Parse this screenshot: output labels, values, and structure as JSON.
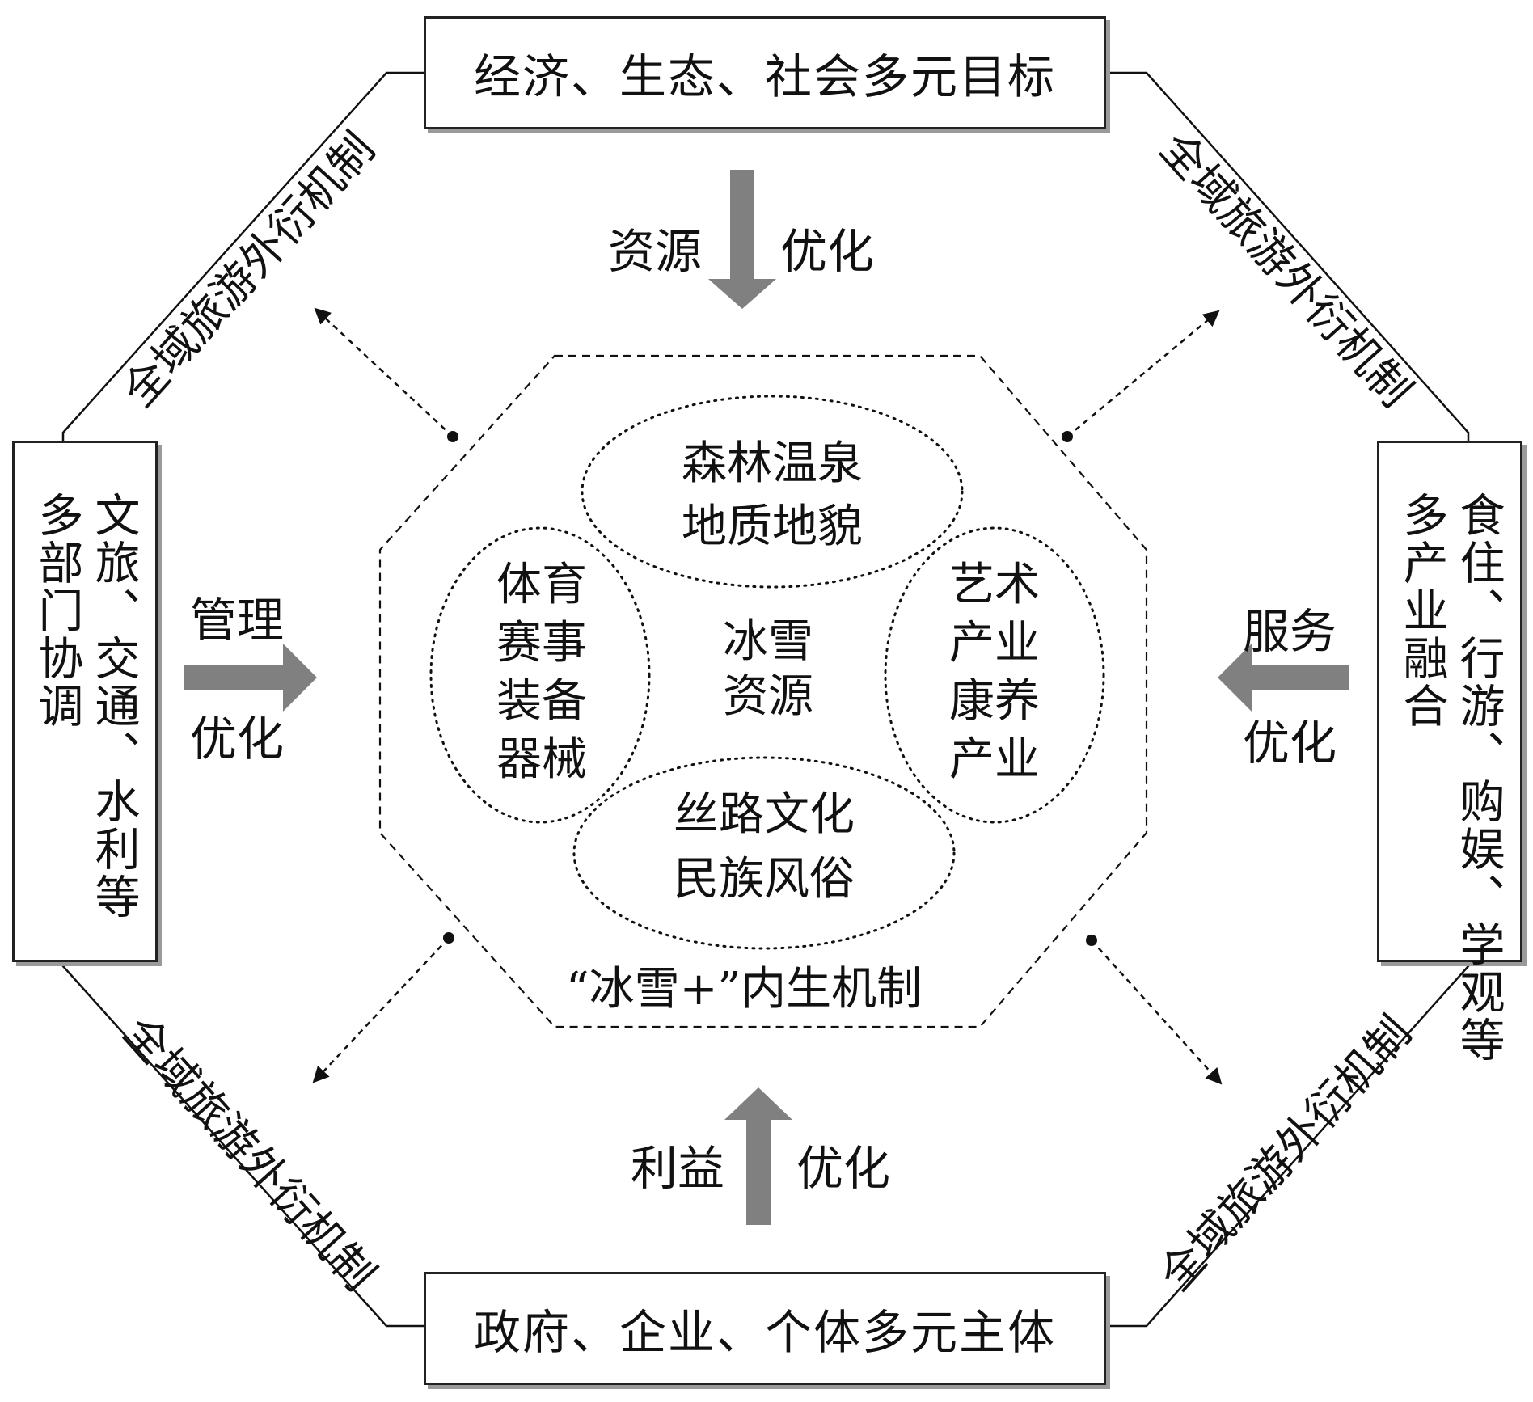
{
  "top_box": "经济、生态、社会多元目标",
  "bottom_box": "政府、企业、个体多元主体",
  "left_box": [
    "文旅、交通、水利等",
    "多部门协调"
  ],
  "right_box": [
    "食住、行游、购娱、学观等",
    "多产业融合"
  ],
  "outer_mechanism": [
    "全域旅游外衍机制",
    "全域旅游外衍机制",
    "全域旅游外衍机制",
    "全域旅游外衍机制"
  ],
  "arrows": {
    "top": {
      "left": "资源",
      "right": "优化"
    },
    "bottom": {
      "left": "利益",
      "right": "优化"
    },
    "left": {
      "top": "管理",
      "bottom": "优化"
    },
    "right": {
      "top": "服务",
      "bottom": "优化"
    }
  },
  "center": "冰雪资源",
  "clusters": {
    "top": [
      "森林温泉",
      "地质地貌"
    ],
    "left": [
      "体育",
      "赛事",
      "装备",
      "器械"
    ],
    "right": [
      "艺术",
      "产业",
      "康养",
      "产业"
    ],
    "bottom": [
      "丝路文化",
      "民族风俗"
    ]
  },
  "inner_label": "“冰雪+”内生机制"
}
